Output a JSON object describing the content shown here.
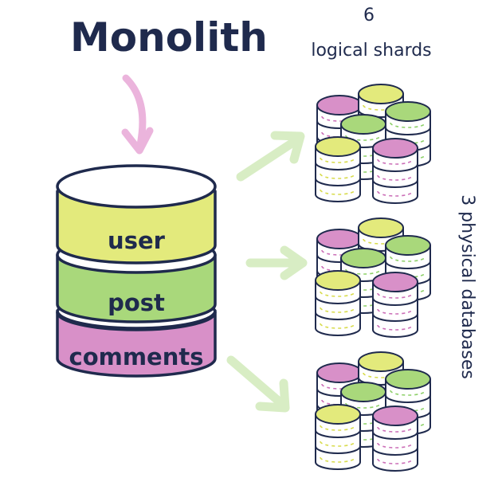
{
  "title": "Monolith",
  "monolith_tables": [
    {
      "label": "user",
      "color": "#e3ea7c"
    },
    {
      "label": "post",
      "color": "#a9d87b"
    },
    {
      "label": "comments",
      "color": "#d890c8"
    }
  ],
  "logical_count": "6",
  "logical_label": "logical shards",
  "physical_label": "3 physical databases",
  "colors": {
    "outline": "#1f2a4d",
    "pink_arrow": "#ebb4dc",
    "green_arrow": "#d8edc4",
    "dash_yellow": "#d8dc4e",
    "dash_green": "#8ed06a",
    "dash_pink": "#cc70b8"
  }
}
